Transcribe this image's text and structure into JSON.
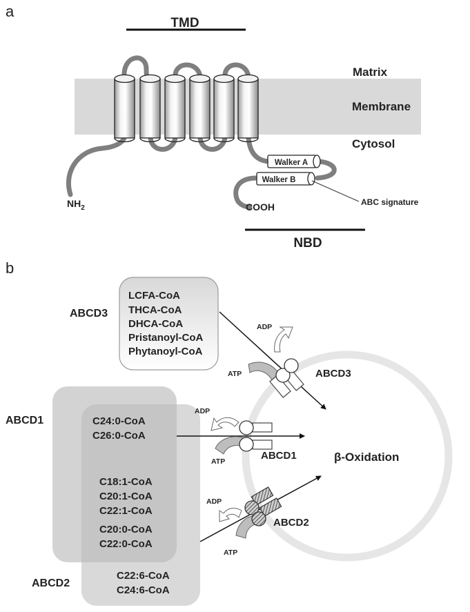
{
  "panel_a": {
    "letter": "a",
    "tmd_label": "TMD",
    "nbd_label": "NBD",
    "matrix_label": "Matrix",
    "membrane_label": "Membrane",
    "cytosol_label": "Cytosol",
    "nh2_label": "NH",
    "nh2_sub": "2",
    "cooh_label": "COOH",
    "walker_a_label": "Walker A",
    "walker_b_label": "Walker B",
    "abc_signature_label": "ABC signature"
  },
  "panel_b": {
    "letter": "b",
    "abcd3_box_label": "ABCD3",
    "abcd3_substrates": [
      "LCFA-CoA",
      "THCA-CoA",
      "DHCA-CoA",
      "Pristanoyl-CoA",
      "Phytanoyl-CoA"
    ],
    "abcd1_box_label": "ABCD1",
    "abcd1_substrates": [
      "C24:0-CoA",
      "C26:0-CoA"
    ],
    "shared_substrates": [
      "C18:1-CoA",
      "C20:1-CoA",
      "C22:1-CoA"
    ],
    "shared_substrates_2": [
      "C20:0-CoA",
      "C22:0-CoA"
    ],
    "abcd2_box_label": "ABCD2",
    "abcd2_substrates": [
      "C22:6-CoA",
      "C24:6-CoA"
    ],
    "transporter_abcd3_label": "ABCD3",
    "transporter_abcd1_label": "ABCD1",
    "transporter_abcd2_label": "ABCD2",
    "adp_label": "ADP",
    "atp_label": "ATP",
    "beta_oxidation_label": "β-Oxidation"
  }
}
